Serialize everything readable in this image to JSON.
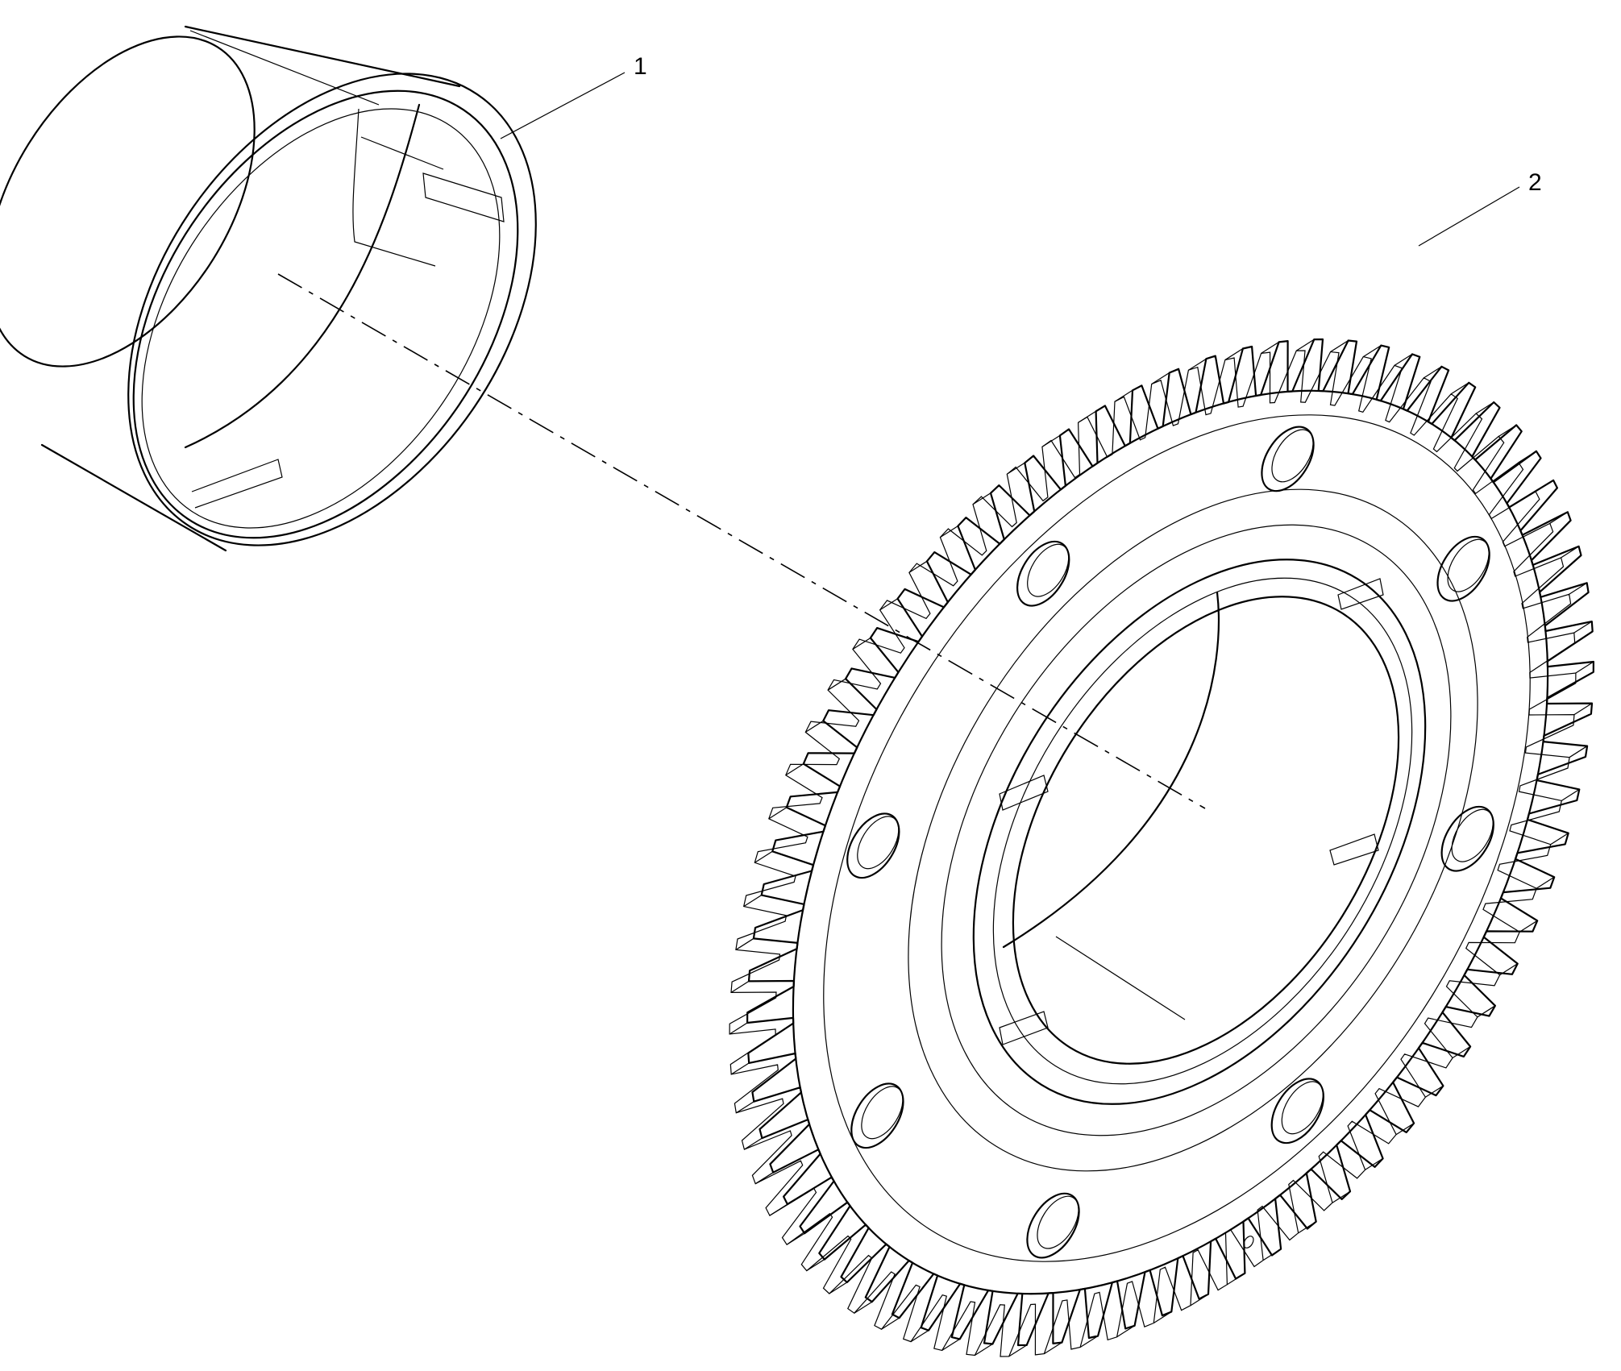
{
  "callouts": [
    {
      "id": "1",
      "label": "1"
    },
    {
      "id": "2",
      "label": "2"
    }
  ],
  "colors": {
    "line": "#000000",
    "background": "#ffffff"
  },
  "gear": {
    "tooth_count": 72,
    "bolt_holes": 8
  }
}
